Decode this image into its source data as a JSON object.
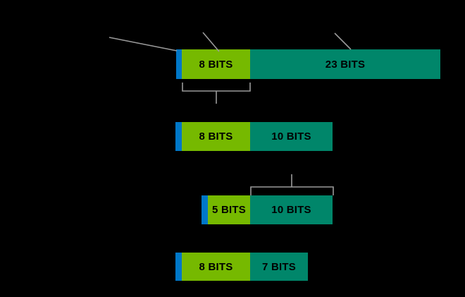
{
  "diagram": {
    "title": "Bit field allocation diagram",
    "background_color": "#000000",
    "palette": {
      "blue": "#0077C8",
      "green": "#76B900",
      "teal": "#00866A",
      "annotation_gray": "#9A9A9A",
      "label_text": "#000000"
    }
  },
  "bars": [
    {
      "name": "bit-field-row-1",
      "segments": [
        {
          "name": "sign-segment",
          "label": "",
          "color_key": "blue"
        },
        {
          "name": "exponent-segment",
          "label": "8 BITS",
          "color_key": "green"
        },
        {
          "name": "mantissa-segment",
          "label": "23 BITS",
          "color_key": "teal"
        }
      ]
    },
    {
      "name": "bit-field-row-2",
      "segments": [
        {
          "name": "sign-segment",
          "label": "",
          "color_key": "blue"
        },
        {
          "name": "exponent-segment",
          "label": "8 BITS",
          "color_key": "green"
        },
        {
          "name": "mantissa-segment",
          "label": "10 BITS",
          "color_key": "teal"
        }
      ]
    },
    {
      "name": "bit-field-row-3",
      "segments": [
        {
          "name": "sign-segment",
          "label": "",
          "color_key": "blue"
        },
        {
          "name": "exponent-segment",
          "label": "5 BITS",
          "color_key": "green"
        },
        {
          "name": "mantissa-segment",
          "label": "10 BITS",
          "color_key": "teal"
        }
      ]
    },
    {
      "name": "bit-field-row-4",
      "segments": [
        {
          "name": "sign-segment",
          "label": "",
          "color_key": "blue"
        },
        {
          "name": "exponent-segment",
          "label": "8 BITS",
          "color_key": "green"
        },
        {
          "name": "mantissa-segment",
          "label": "7 BITS",
          "color_key": "teal"
        }
      ]
    }
  ],
  "annotations": {
    "leader_lines": [
      {
        "name": "leader-line-sign"
      },
      {
        "name": "leader-line-exponent"
      },
      {
        "name": "leader-line-mantissa"
      }
    ],
    "brackets": [
      {
        "name": "bracket-under-row-1-exponent"
      },
      {
        "name": "bracket-over-row-3-mantissa"
      }
    ]
  }
}
